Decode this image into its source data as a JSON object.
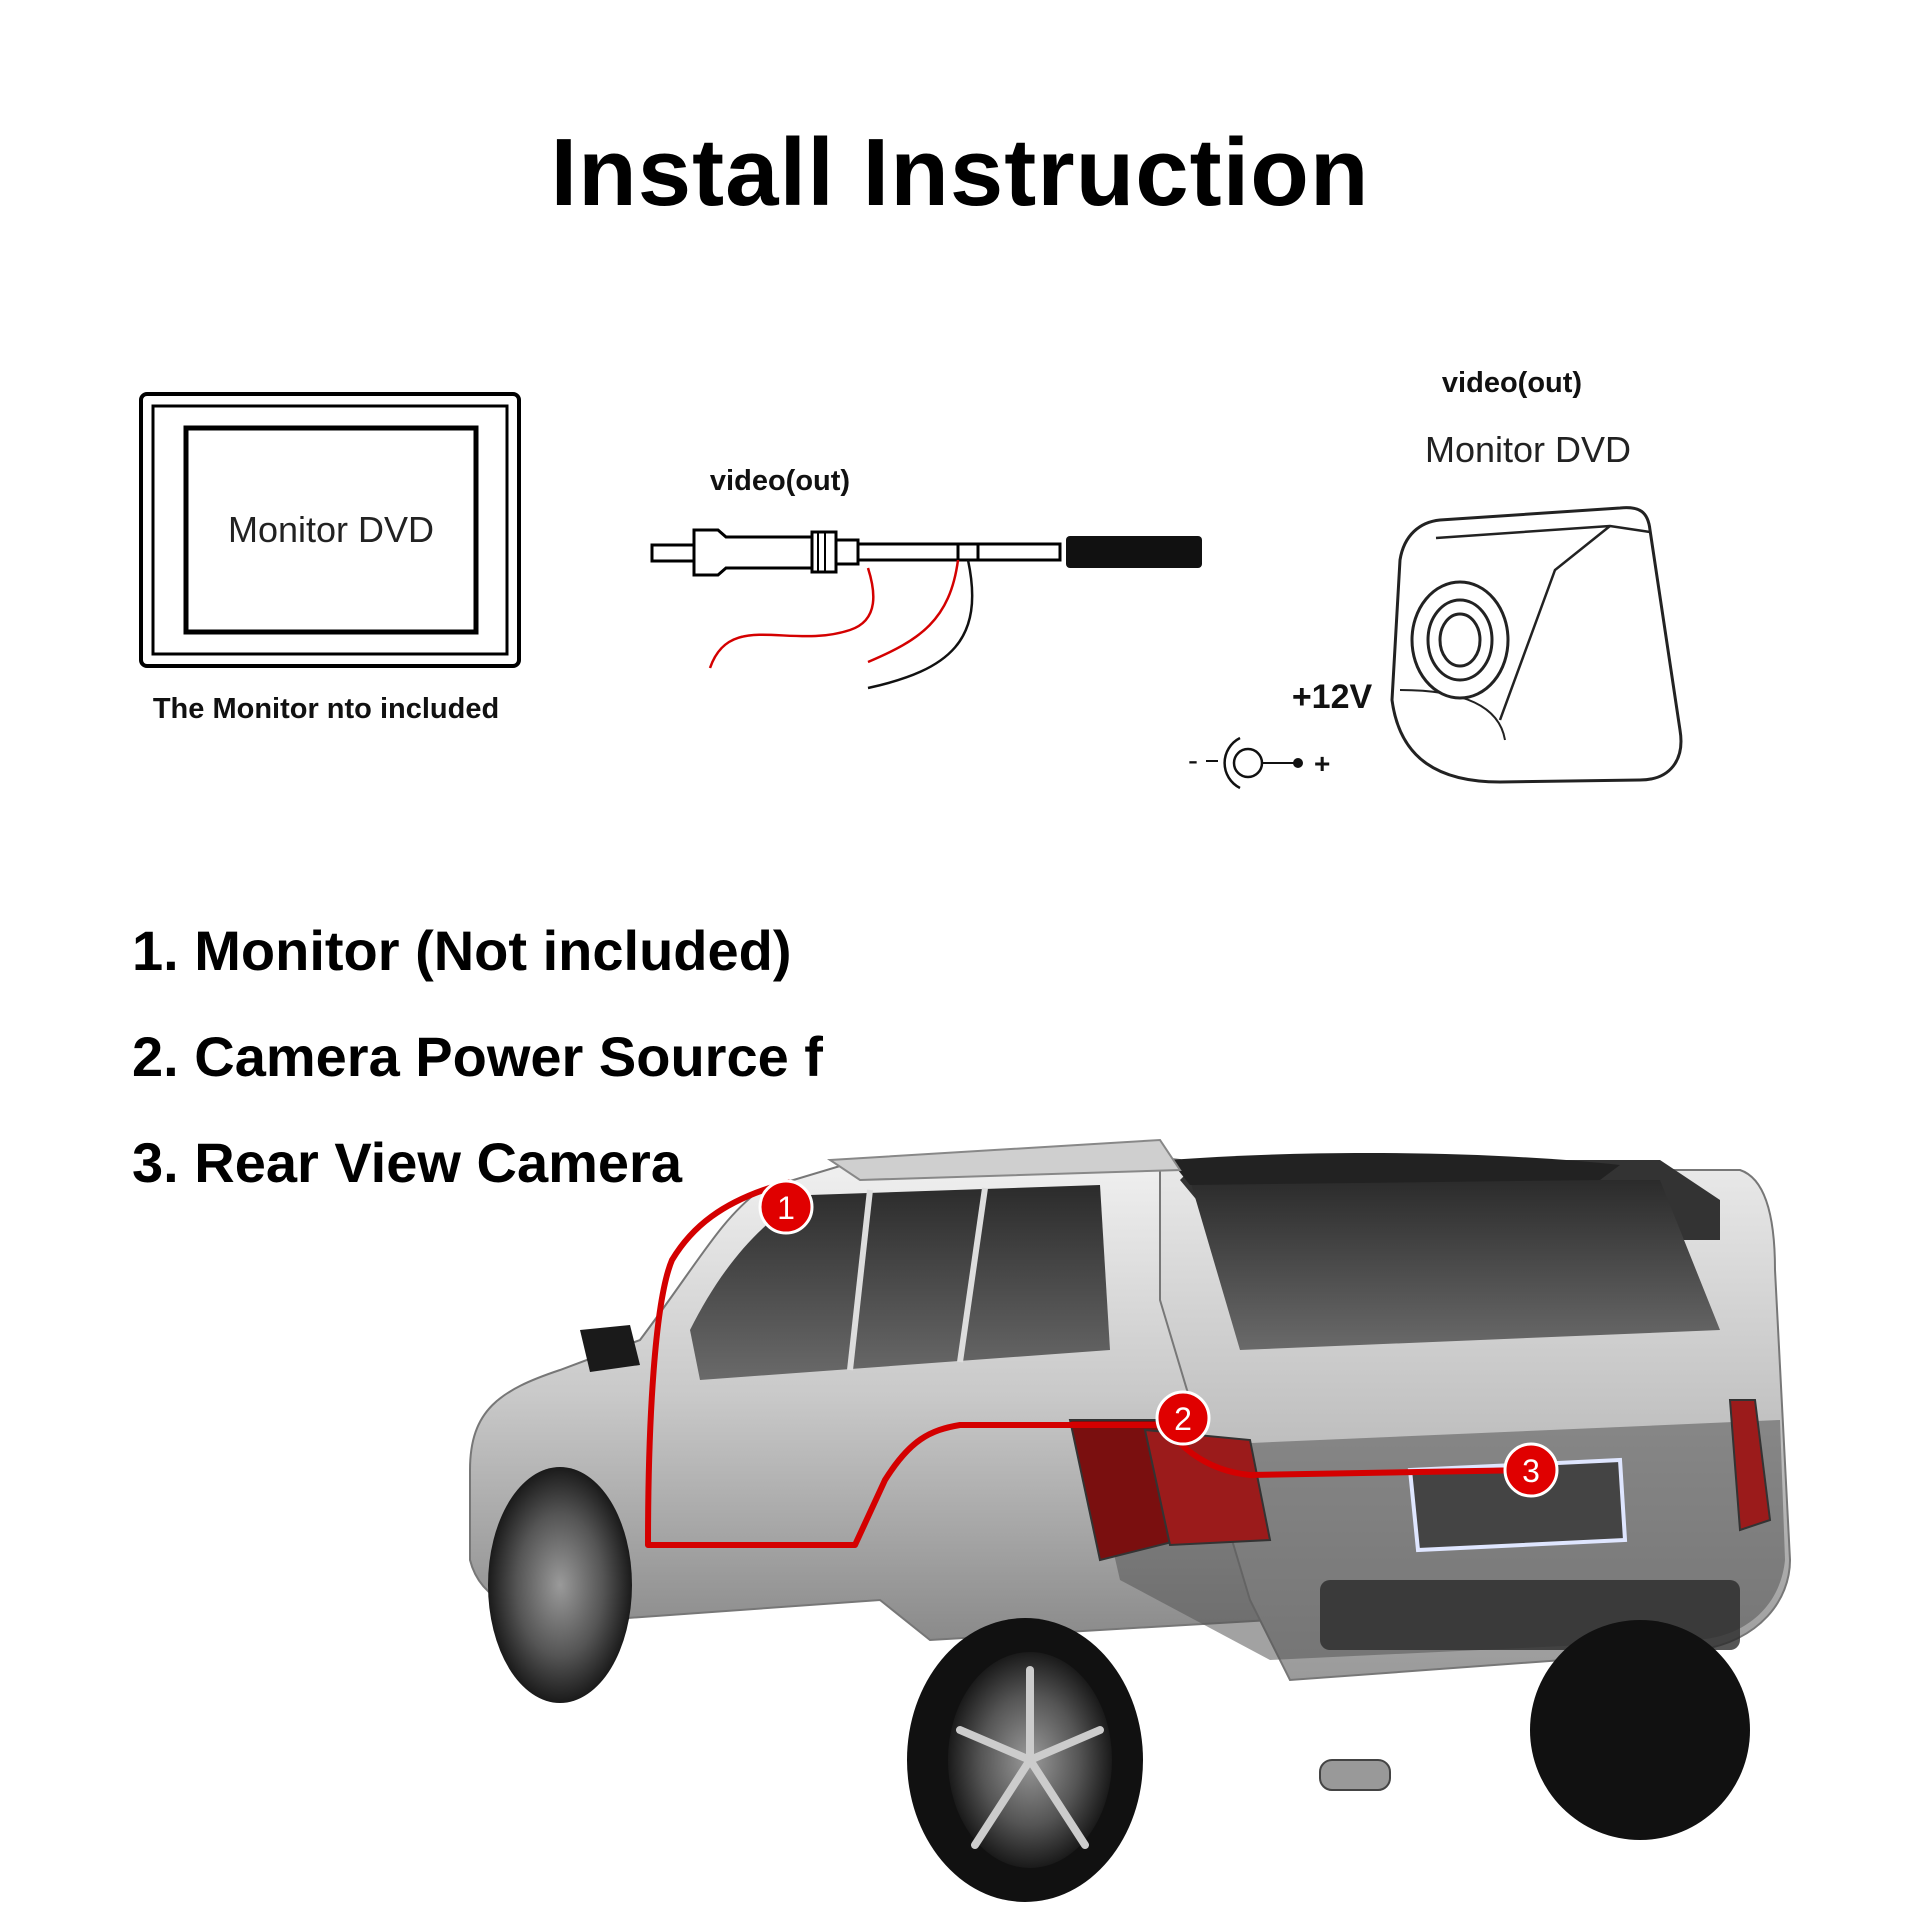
{
  "title": "Install Instruction",
  "monitor": {
    "screen_label": "Monitor DVD",
    "caption": "The Monitor nto included"
  },
  "cable": {
    "label": "video(out)"
  },
  "camera": {
    "top_label": "video(out)",
    "monitor_label": "Monitor DVD",
    "power_label": "+12V",
    "minus_sign": "-",
    "plus_sign": "+"
  },
  "steps": [
    {
      "text": "1. Monitor (Not included)"
    },
    {
      "text": "2. Camera Power Source f"
    },
    {
      "text": "3. Rear View Camera"
    }
  ],
  "markers": [
    {
      "label": "1"
    },
    {
      "label": "2"
    },
    {
      "label": "3"
    }
  ],
  "colors": {
    "wire_red": "#d40000",
    "marker_red": "#e00000"
  }
}
